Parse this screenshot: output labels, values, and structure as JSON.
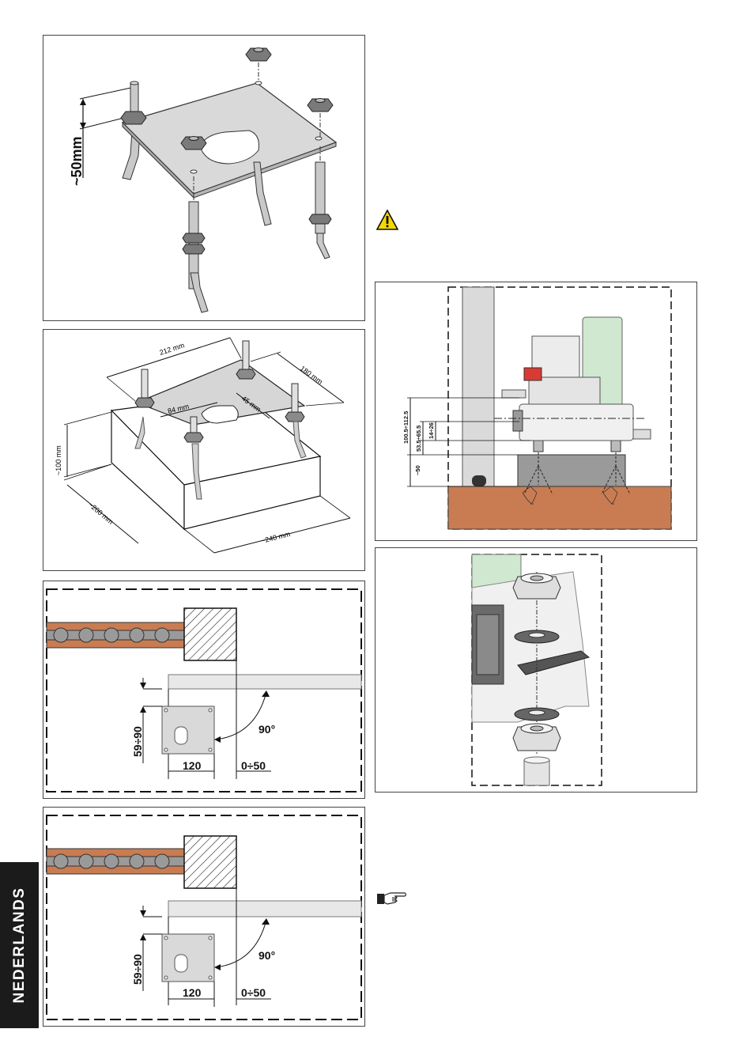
{
  "side_tab": {
    "label": "NEDERLANDS"
  },
  "fig1": {
    "height_label": "~50mm"
  },
  "fig2": {
    "plate_width": "212 mm",
    "plate_depth": "180 mm",
    "hole_width": "84 mm",
    "hole_offset": "45 mm",
    "base_height": "~100 mm",
    "base_depth": "~200 mm",
    "base_width": "~240 mm"
  },
  "fig3": {
    "vertical_range": "59÷90",
    "angle": "90°",
    "plate_len": "120",
    "offset_range": "0÷50"
  },
  "fig4": {
    "vertical_range": "59÷90",
    "angle": "90°",
    "plate_len": "120",
    "offset_range": "0÷50"
  },
  "fig5": {
    "dim_a": "100.5÷112.5",
    "dim_b": "53.5÷65.5",
    "dim_c": "14÷26",
    "dim_d": "~50"
  },
  "colors": {
    "ground": "#c97c52",
    "green_cover": "#cfe8cf",
    "rack_orange": "#c97c52",
    "warning_yellow": "#f4d800",
    "red_part": "#d83a34"
  },
  "icons": {
    "warning": "warning-triangle-icon",
    "note": "pointing-hand-icon"
  }
}
